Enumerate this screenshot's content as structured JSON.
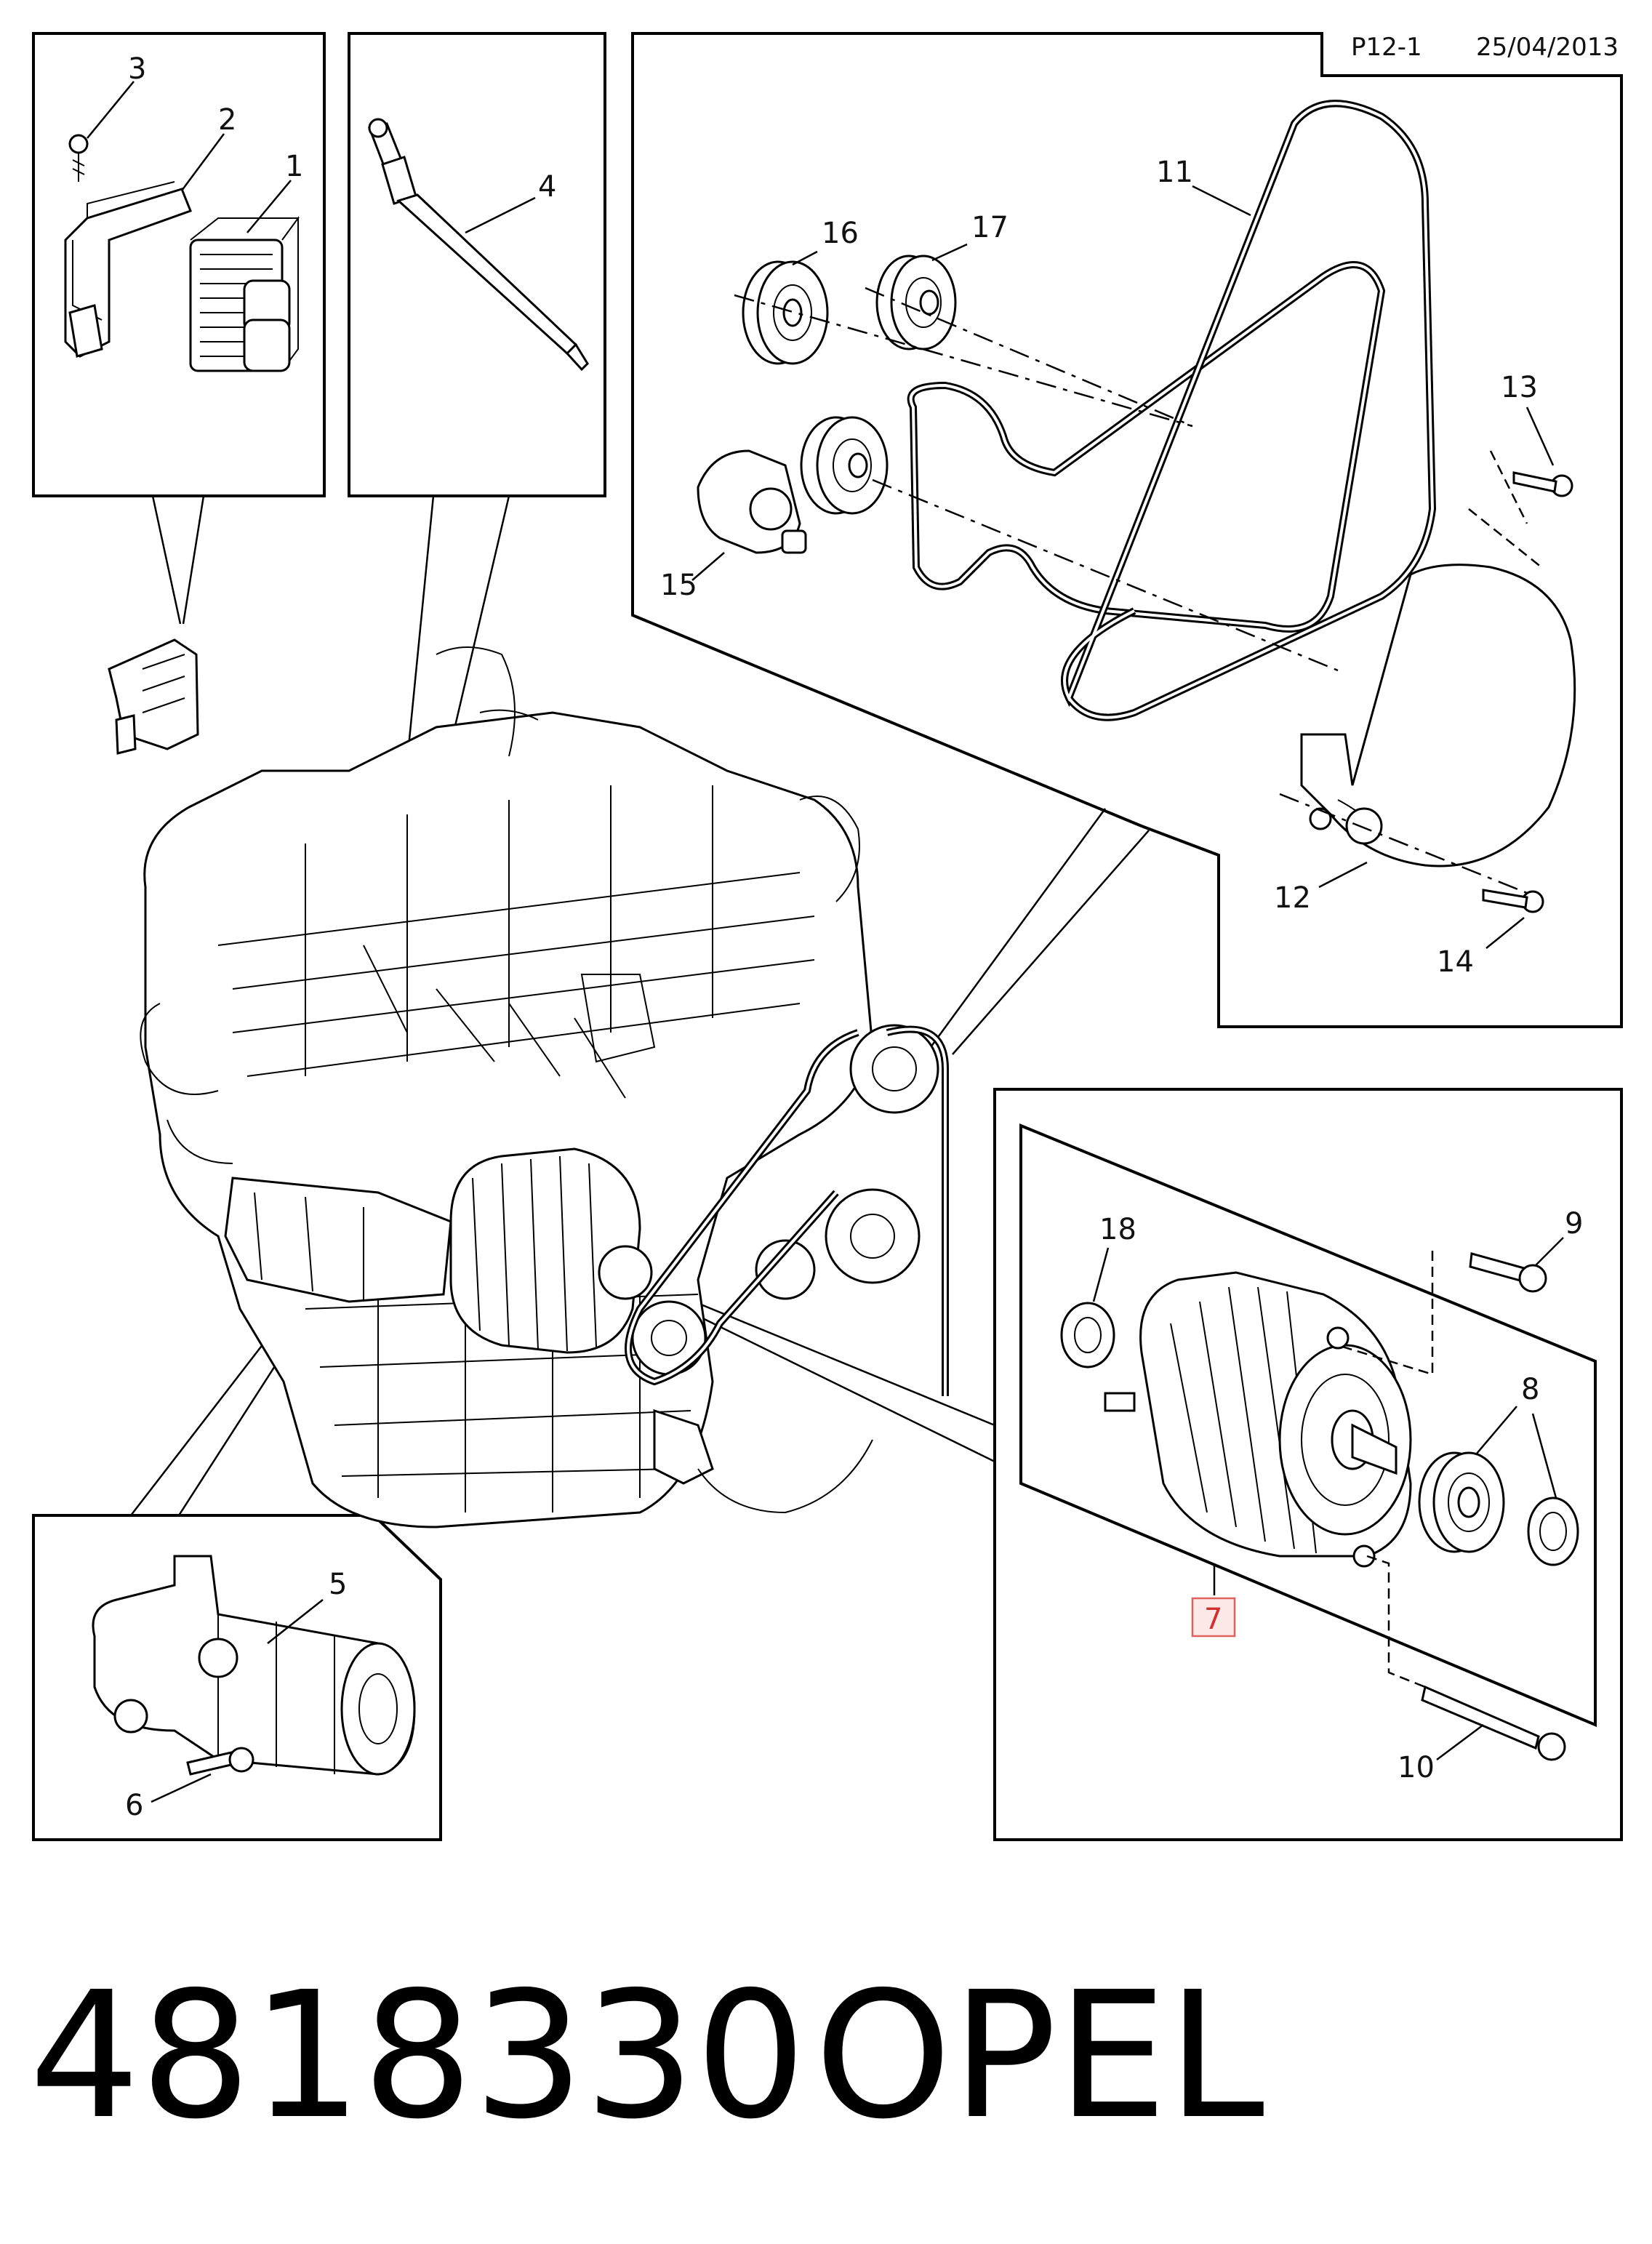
{
  "header": {
    "page_ref": "P12-1",
    "date": "25/04/2013"
  },
  "callouts": {
    "c1": "1",
    "c2": "2",
    "c3": "3",
    "c4": "4",
    "c5": "5",
    "c6": "6",
    "c7": "7",
    "c8": "8",
    "c9": "9",
    "c10": "10",
    "c11": "11",
    "c12": "12",
    "c13": "13",
    "c14": "14",
    "c15": "15",
    "c16": "16",
    "c17": "17",
    "c18": "18"
  },
  "highlight": {
    "color": "#e06060",
    "fill": "#fde8e8"
  },
  "footer": {
    "part_number": "4818330",
    "brand": "OPEL"
  }
}
